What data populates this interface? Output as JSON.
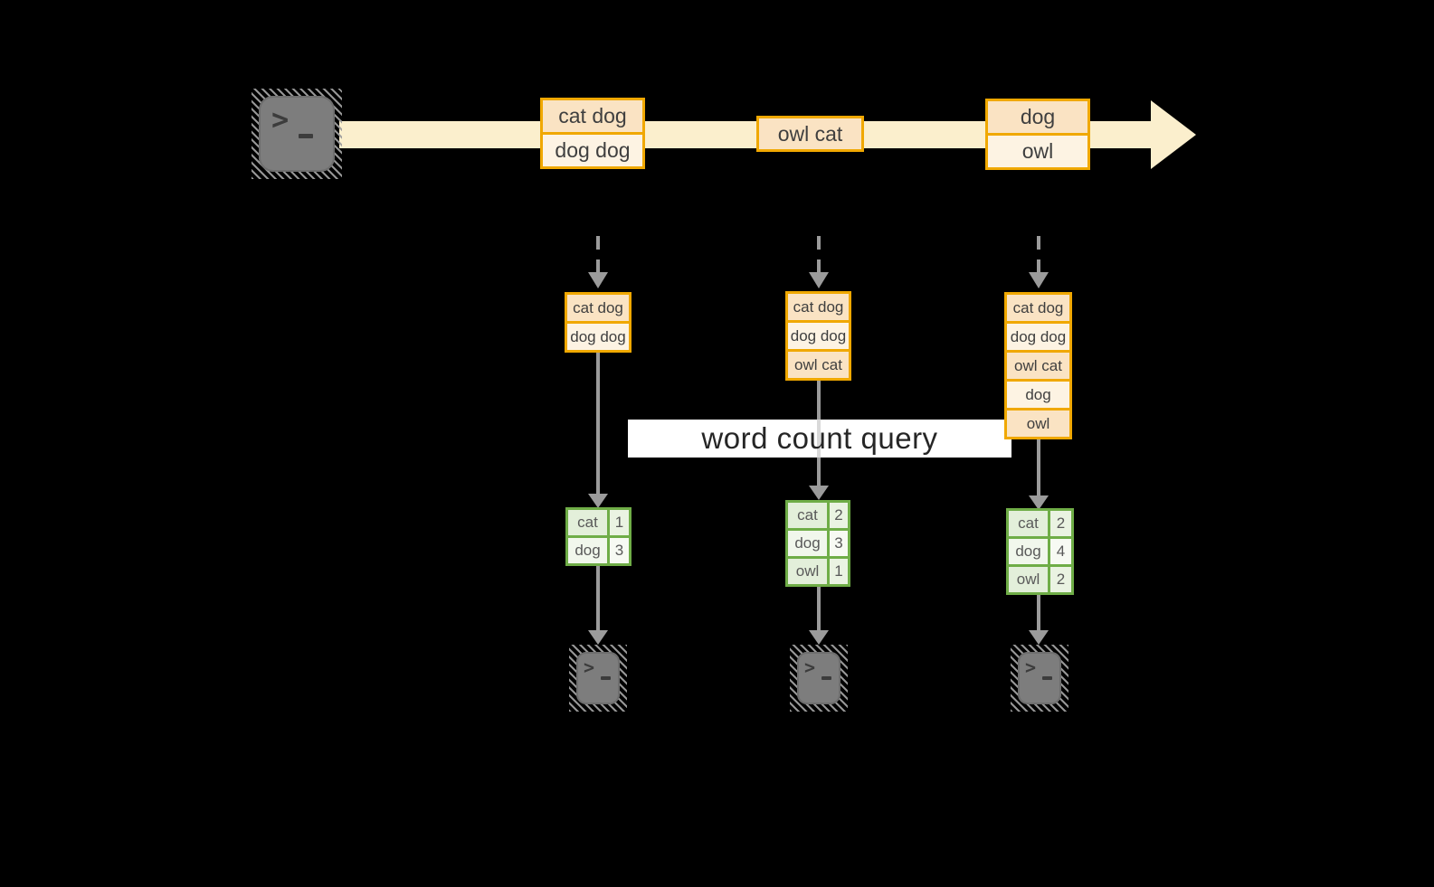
{
  "title": "word count query",
  "stream": {
    "source_icon": "terminal",
    "batches": [
      {
        "rows": [
          "cat dog",
          "dog dog"
        ]
      },
      {
        "rows": [
          "owl cat"
        ]
      },
      {
        "rows": [
          "dog",
          "owl"
        ]
      }
    ]
  },
  "columns": [
    {
      "buffer": [
        "cat dog",
        "dog dog"
      ],
      "counts": [
        {
          "word": "cat",
          "count": "1"
        },
        {
          "word": "dog",
          "count": "3"
        }
      ],
      "sink_icon": "terminal"
    },
    {
      "buffer": [
        "cat dog",
        "dog dog",
        "owl cat"
      ],
      "counts": [
        {
          "word": "cat",
          "count": "2"
        },
        {
          "word": "dog",
          "count": "3"
        },
        {
          "word": "owl",
          "count": "1"
        }
      ],
      "sink_icon": "terminal"
    },
    {
      "buffer": [
        "cat dog",
        "dog dog",
        "owl cat",
        "dog",
        "owl"
      ],
      "counts": [
        {
          "word": "cat",
          "count": "2"
        },
        {
          "word": "dog",
          "count": "4"
        },
        {
          "word": "owl",
          "count": "2"
        }
      ],
      "sink_icon": "terminal"
    }
  ],
  "colors": {
    "background": "#000000",
    "stream_band": "#FBEFCD",
    "record_border": "#F0A800",
    "record_fill_dark": "#FAE3C3",
    "record_fill_light": "#FDF3E3",
    "table_border": "#6FAD47",
    "table_fill": "#E3EFDA",
    "arrow_gray": "#9B9B9B",
    "terminal_gray": "#7D7D7D",
    "label_background": "#FFFFFF"
  }
}
